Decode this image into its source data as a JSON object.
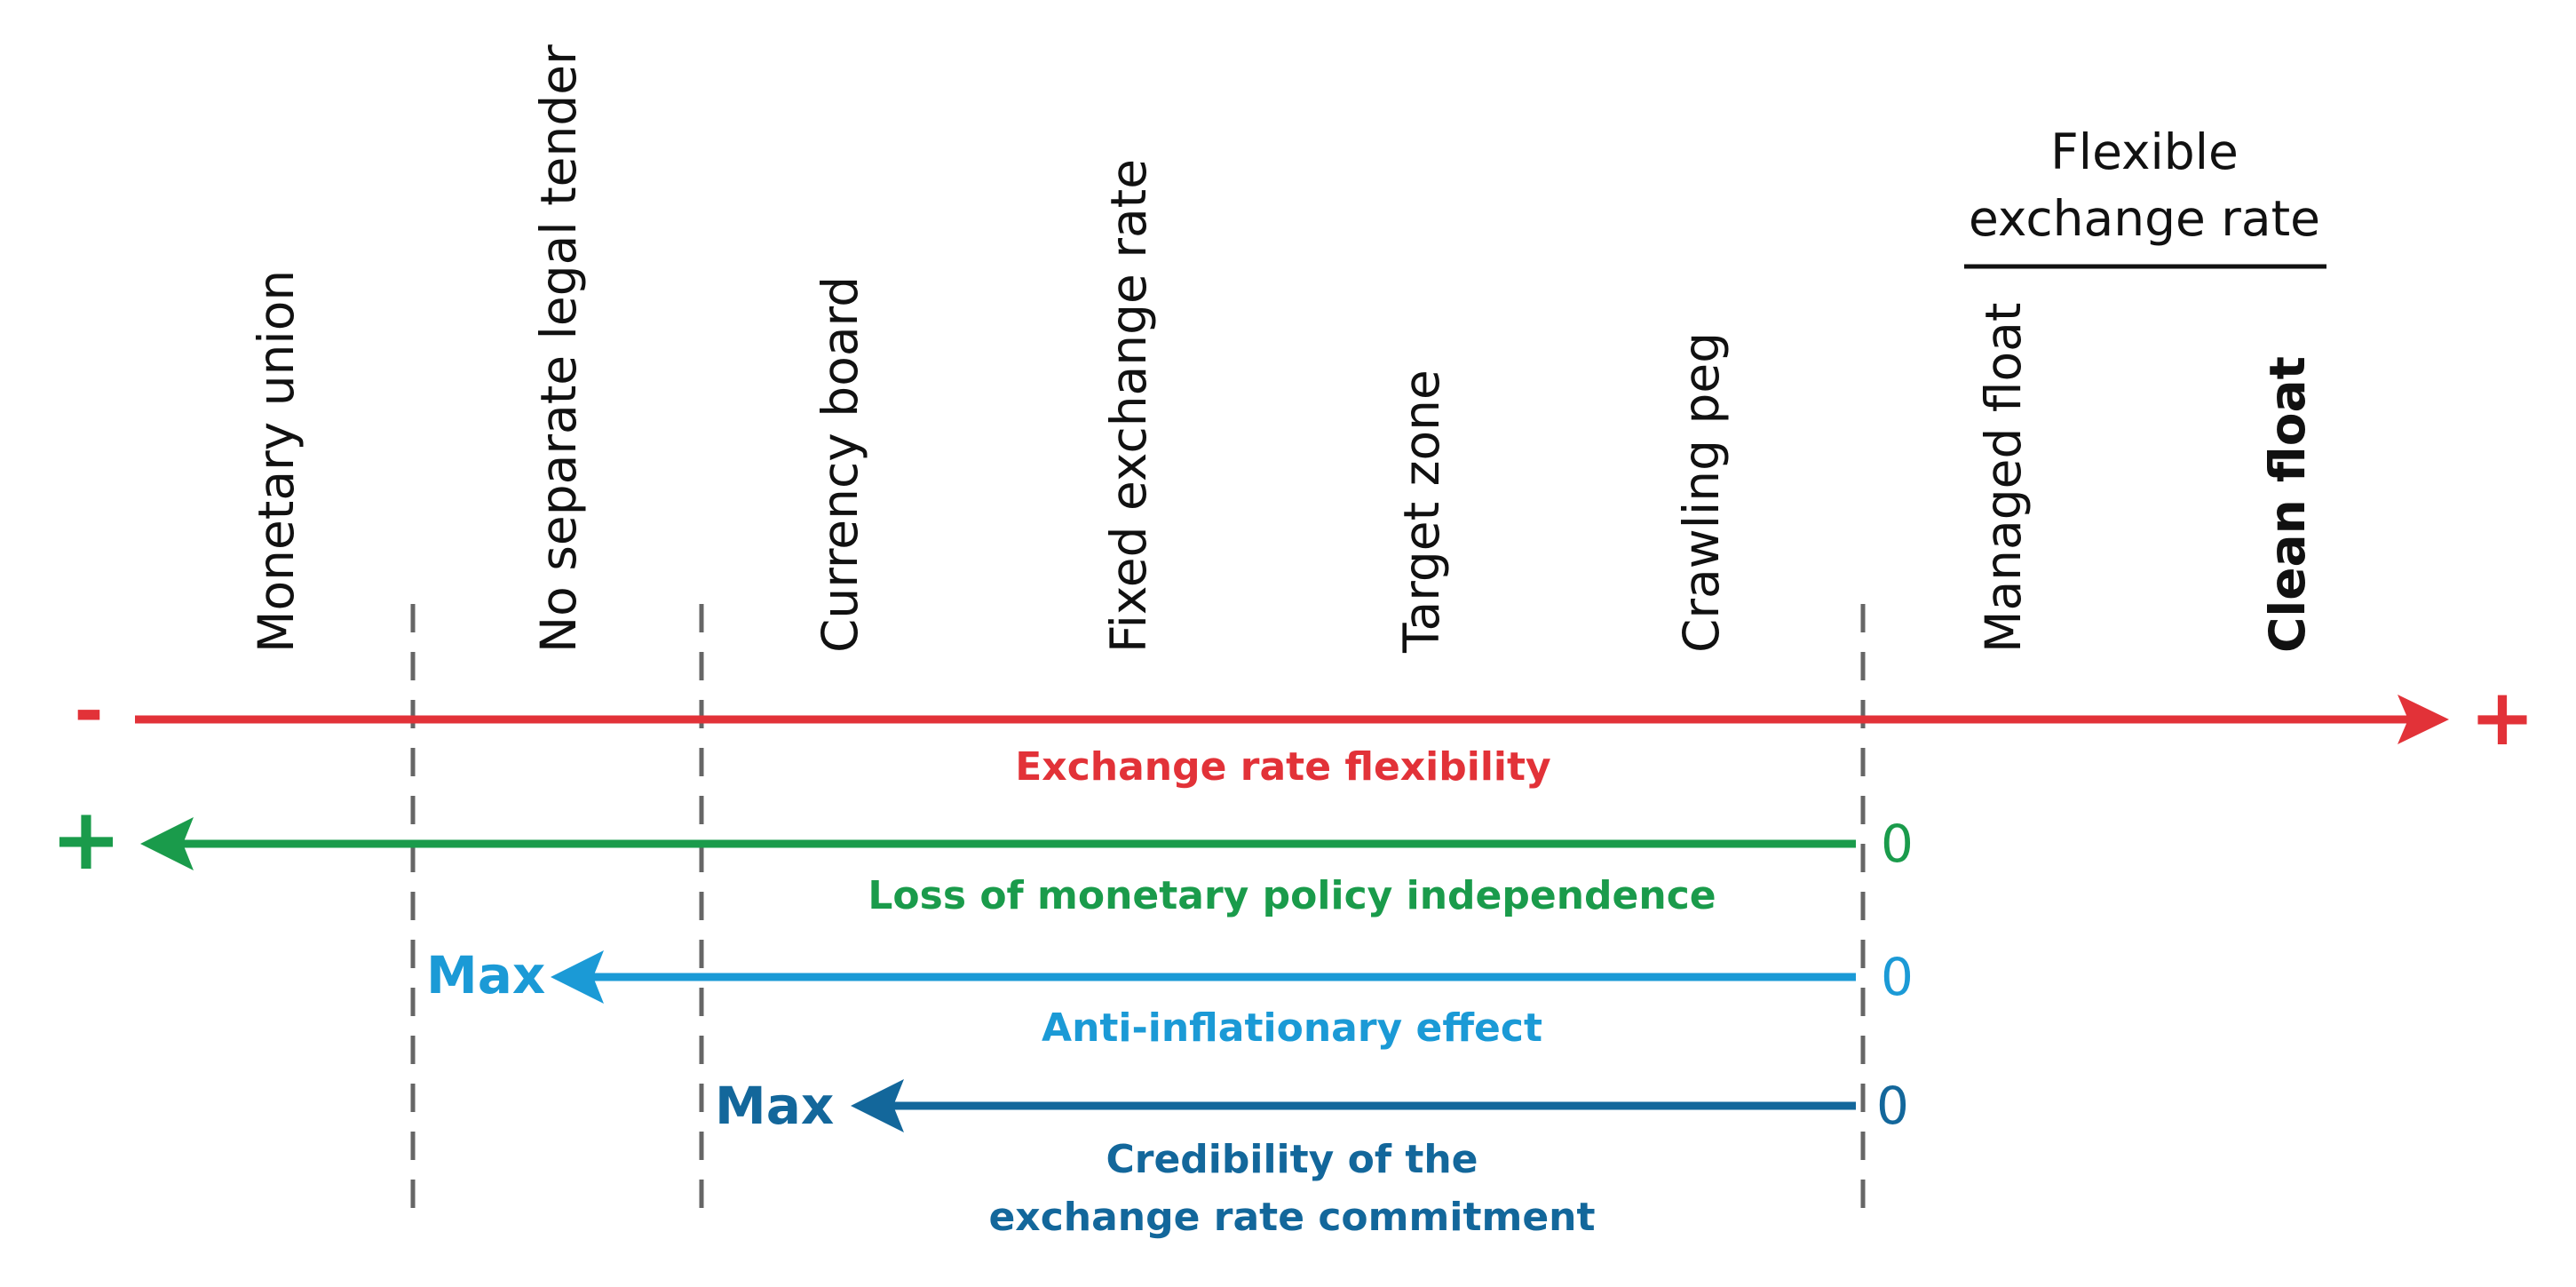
{
  "colors": {
    "text": "#111111",
    "divider": "#666666",
    "flexibility": "#e23238",
    "independence": "#1a9b4b",
    "anti_inflation": "#1b9ad6",
    "credibility": "#13679b"
  },
  "regimes": [
    "Monetary union",
    "No separate legal tender",
    "Currency board",
    "Fixed exchange rate",
    "Target zone",
    "Crawling peg",
    "Managed float",
    "Clean float"
  ],
  "flexible_group": {
    "line1": "Flexible",
    "line2": "exchange rate"
  },
  "axes": {
    "flexibility": {
      "caption": "Exchange rate flexibility",
      "left_marker": "-",
      "right_marker": "+"
    },
    "independence": {
      "caption": "Loss of monetary policy independence",
      "start_marker": "0",
      "end_marker": "+"
    },
    "anti_inflation": {
      "caption": "Anti-inflationary effect",
      "start_marker": "0",
      "end_marker": "Max"
    },
    "credibility": {
      "caption_line1": "Credibility of the",
      "caption_line2": "exchange rate commitment",
      "start_marker": "0",
      "end_marker": "Max"
    }
  }
}
